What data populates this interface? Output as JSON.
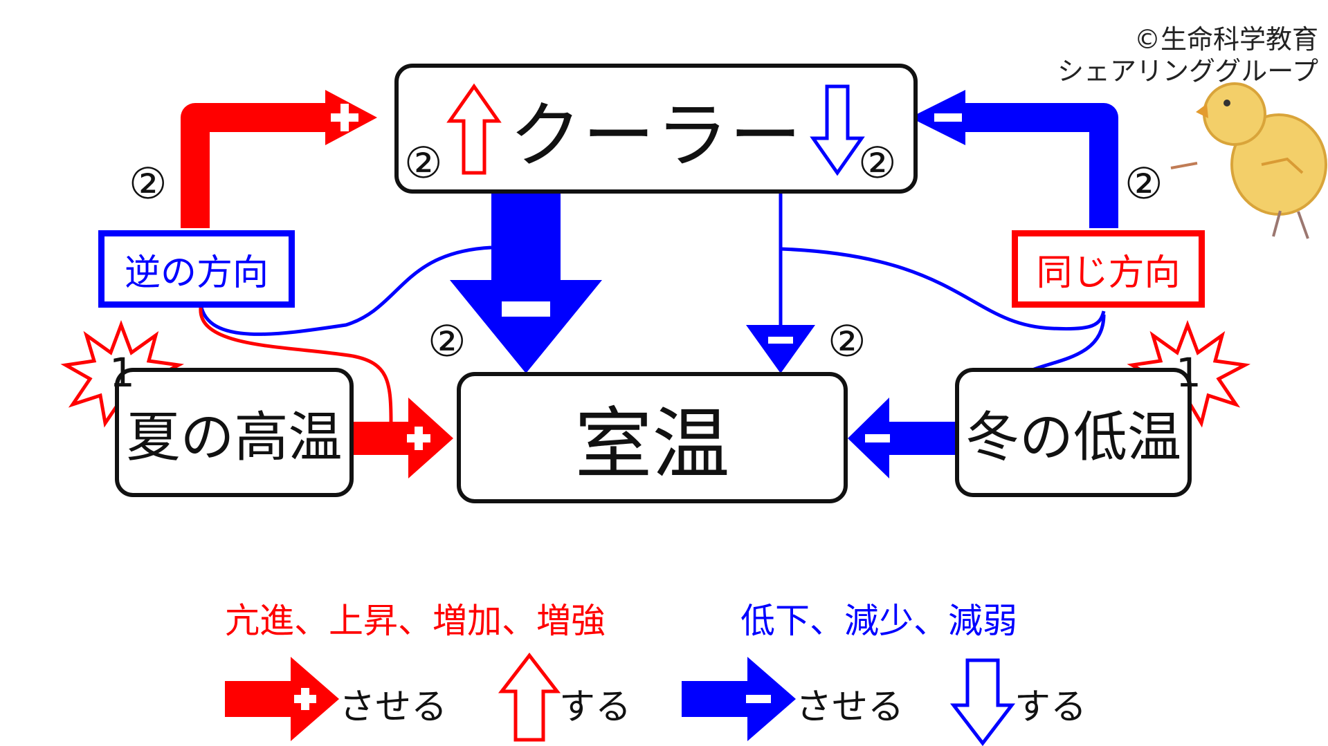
{
  "credit": {
    "line1": "©生命科学教育",
    "line2": "シェアリンググループ"
  },
  "nodes": {
    "cooler": "クーラー",
    "room_temp": "室温",
    "summer": "夏の高温",
    "winter": "冬の低温",
    "opposite": "逆の方向",
    "same": "同じ方向"
  },
  "markers": {
    "circled_two": "②",
    "one": "1"
  },
  "legend": {
    "increase_words": "亢進、上昇、増加、増強",
    "decrease_words": "低下、減少、減弱",
    "cause_suffix": "させる",
    "do_suffix": "する"
  },
  "colors": {
    "increase": "#ff0000",
    "decrease": "#0000ff",
    "text": "#111111",
    "chick": "#e8b84a"
  },
  "icons": [
    "plus-arrow-icon",
    "up-arrow-icon",
    "minus-arrow-icon",
    "down-arrow-icon",
    "burst-icon",
    "chick-drawing"
  ]
}
